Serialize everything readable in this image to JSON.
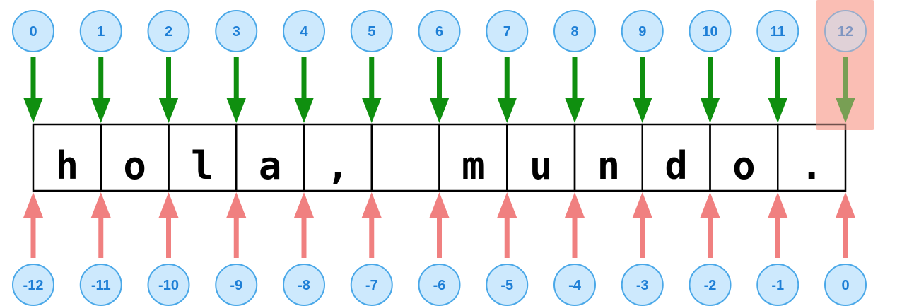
{
  "string_chars": [
    "h",
    "o",
    "l",
    "a",
    ",",
    " ",
    "m",
    "u",
    "n",
    "d",
    "o",
    "."
  ],
  "positive_indices": [
    "0",
    "1",
    "2",
    "3",
    "4",
    "5",
    "6",
    "7",
    "8",
    "9",
    "10",
    "11",
    "12"
  ],
  "negative_indices": [
    "-12",
    "-11",
    "-10",
    "-9",
    "-8",
    "-7",
    "-6",
    "-5",
    "-4",
    "-3",
    "-2",
    "-1",
    "0"
  ],
  "highlighted_positive_index": 12,
  "colors": {
    "circle_fill": "#cde9fd",
    "circle_stroke": "#4aa8e8",
    "circle_text": "#1e7fd6",
    "down_arrow": "#0f8f0f",
    "up_arrow": "#f08080",
    "highlight": "#f9b3a8",
    "cell_border": "#000000"
  }
}
